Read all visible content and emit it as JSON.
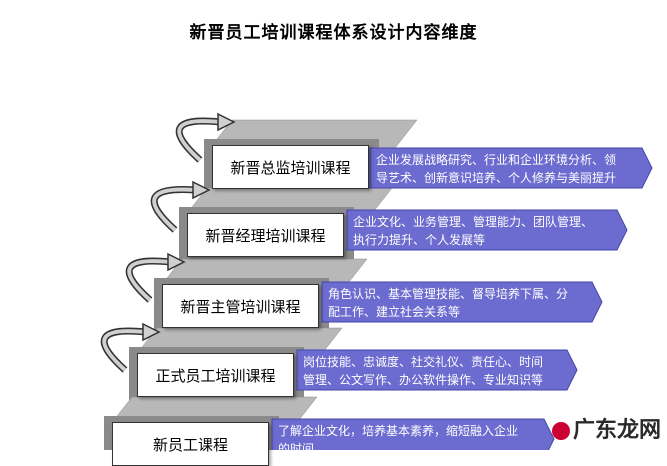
{
  "title": "新晋员工培训课程体系设计内容维度",
  "colors": {
    "step_top": "#b8b8b8",
    "step_front": "#8a8a8a",
    "desc_fill": "#6b6bd0",
    "desc_dark": "#4646a8",
    "arrow_fill": "#d0d0d0"
  },
  "levels": [
    {
      "course": "新晋总监培训课程",
      "desc_lines": [
        "企业发展战略研究、行业和企业环境分析、领",
        "导艺术、创新意识培养、个人修养与美丽提升"
      ]
    },
    {
      "course": "新晋经理培训课程",
      "desc_lines": [
        "企业文化、业务管理、管理能力、团队管理、",
        "执行力提升、个人发展等"
      ]
    },
    {
      "course": "新晋主管培训课程",
      "desc_lines": [
        "角色认识、基本管理技能、督导培养下属、分",
        "配工作、建立社会关系等"
      ]
    },
    {
      "course": "正式员工培训课程",
      "desc_lines": [
        "岗位技能、忠诚度、社交礼仪、责任心、时间",
        "管理、公文写作、办公软件操作、专业知识等"
      ]
    },
    {
      "course": "新员工课程",
      "desc_lines": [
        "了解企业文化，培养基本素养，缩短融入企业",
        "的时间"
      ]
    }
  ],
  "watermark": "广东龙网"
}
